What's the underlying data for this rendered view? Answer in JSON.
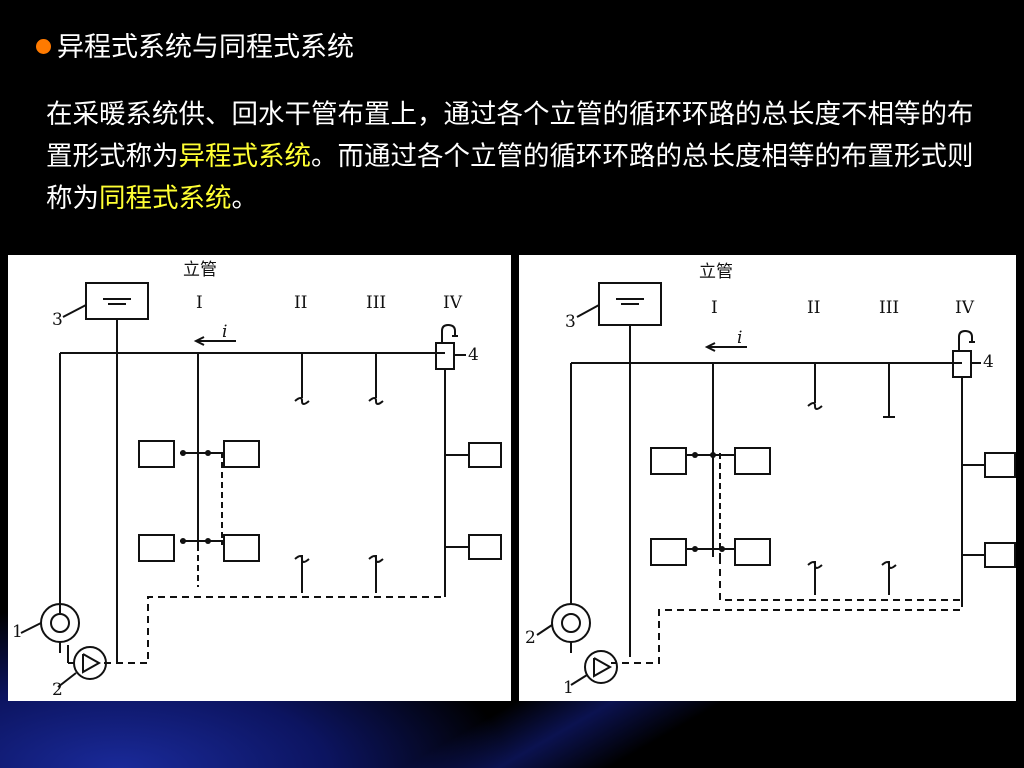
{
  "slide": {
    "title": "异程式系统与同程式系统",
    "paragraph": {
      "part1": "在采暖系统供、回水干管布置上，通过各个立管的循环环路的总长度不相等的布置形式称为",
      "term1": "异程式系统",
      "part2": "。而通过各个立管的循环环路的总长度相等的布置形式则称为",
      "term2": "同程式系统",
      "part3": "。"
    },
    "colors": {
      "bullet": "#ff7a00",
      "highlight": "#ffff33",
      "background": "#000000"
    }
  },
  "diagram_left": {
    "riser_label": "立管",
    "risers": [
      "I",
      "II",
      "III",
      "IV"
    ],
    "flow_label": "i",
    "callouts": [
      "1",
      "2",
      "3",
      "4"
    ]
  },
  "diagram_right": {
    "riser_label": "立管",
    "risers": [
      "I",
      "II",
      "III",
      "IV"
    ],
    "flow_label": "i",
    "callouts": [
      "1",
      "2",
      "3",
      "4"
    ]
  }
}
